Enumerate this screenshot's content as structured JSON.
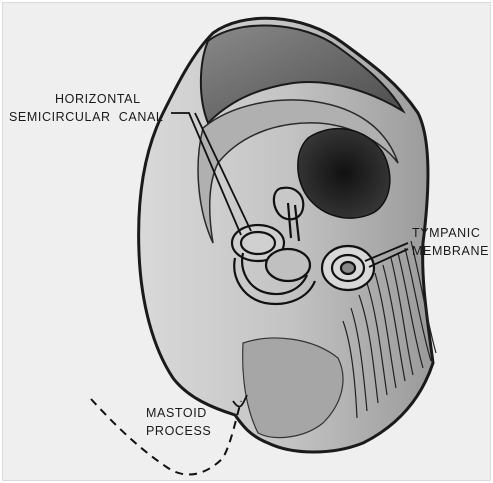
{
  "labels": {
    "horizontal_semicircular_canal": {
      "line1": "HORIZONTAL",
      "line2": "SEMICIRCULAR  CANAL"
    },
    "tympanic_membrane": {
      "line1": "TYMPANIC",
      "line2": "MEMBRANE"
    },
    "mastoid_process": {
      "line1": "MASTOID",
      "line2": "PROCESS"
    }
  },
  "colors": {
    "background": "#efefef",
    "ink": "#1a1a1a"
  }
}
